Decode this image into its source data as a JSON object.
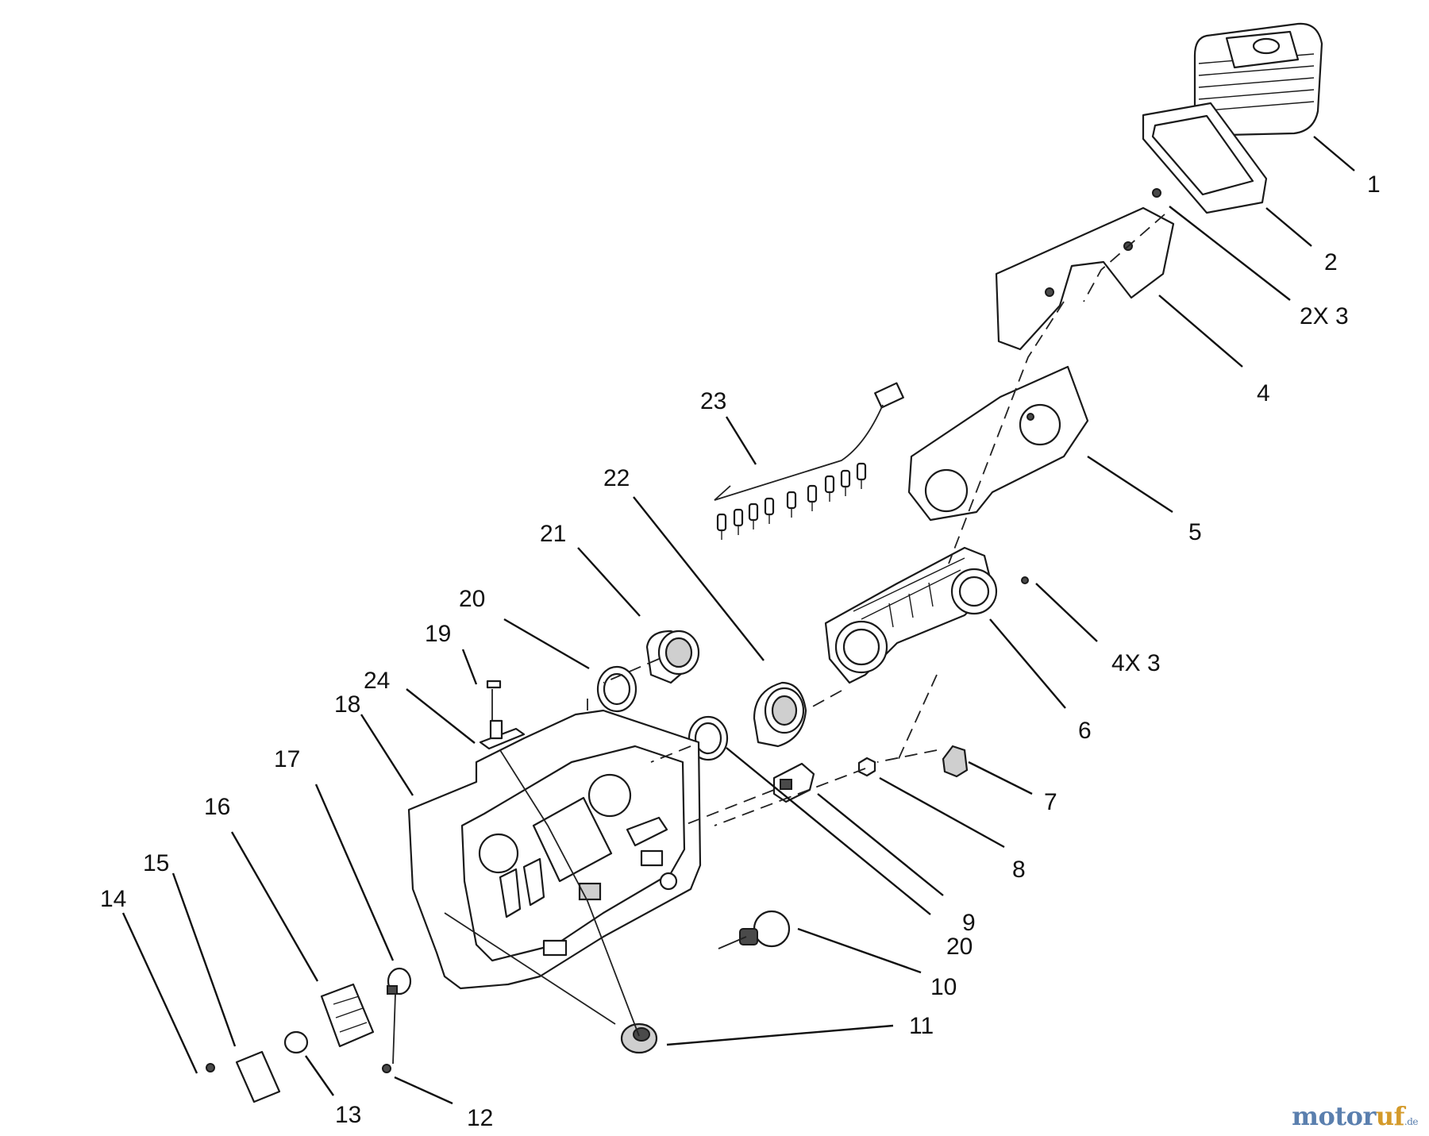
{
  "diagram": {
    "callouts": [
      {
        "id": "c1",
        "label": "1"
      },
      {
        "id": "c2",
        "label": "2"
      },
      {
        "id": "c2x3",
        "label": "2X 3"
      },
      {
        "id": "c4",
        "label": "4"
      },
      {
        "id": "c5",
        "label": "5"
      },
      {
        "id": "c4x3",
        "label": "4X 3"
      },
      {
        "id": "c6",
        "label": "6"
      },
      {
        "id": "c7",
        "label": "7"
      },
      {
        "id": "c8",
        "label": "8"
      },
      {
        "id": "c9",
        "label": "9"
      },
      {
        "id": "c20b",
        "label": "20"
      },
      {
        "id": "c10",
        "label": "10"
      },
      {
        "id": "c11",
        "label": "11"
      },
      {
        "id": "c12",
        "label": "12"
      },
      {
        "id": "c13",
        "label": "13"
      },
      {
        "id": "c14",
        "label": "14"
      },
      {
        "id": "c15",
        "label": "15"
      },
      {
        "id": "c16",
        "label": "16"
      },
      {
        "id": "c17",
        "label": "17"
      },
      {
        "id": "c18",
        "label": "18"
      },
      {
        "id": "c24",
        "label": "24"
      },
      {
        "id": "c19",
        "label": "19"
      },
      {
        "id": "c20a",
        "label": "20"
      },
      {
        "id": "c21",
        "label": "21"
      },
      {
        "id": "c22",
        "label": "22"
      },
      {
        "id": "c23",
        "label": "23"
      }
    ]
  },
  "watermark": {
    "part1": "motor",
    "part2": "uf",
    "part3": ".de"
  }
}
